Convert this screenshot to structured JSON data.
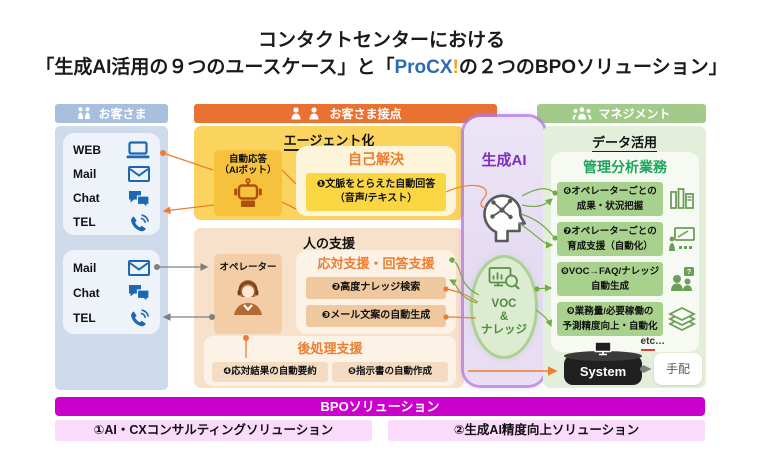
{
  "title": {
    "line1": "コンタクトセンターにおける",
    "line2_prefix": "「生成AI活用の９つのユースケース」と「",
    "brand": "ProCX",
    "brand_mark": "!",
    "line2_suffix": "の２つのBPOソリューション」"
  },
  "colors": {
    "header_customer": "#a7bedf",
    "header_touchpoint": "#e97132",
    "header_management": "#a2ca8a",
    "accent_orange": "#ed7d31",
    "accent_green": "#70ad47",
    "accent_purple": "#7d2fc0",
    "accent_magenta": "#cc00cc",
    "brand_blue": "#2b6cb8",
    "channel_icon_blue": "#1b67b2"
  },
  "headers": {
    "customer": "お客さま",
    "touchpoint": "お客さま接点",
    "management": "マネジメント"
  },
  "customer": {
    "group1": {
      "items": [
        {
          "label": "WEB",
          "icon": "laptop-icon"
        },
        {
          "label": "Mail",
          "icon": "mail-icon"
        },
        {
          "label": "Chat",
          "icon": "chat-icon"
        },
        {
          "label": "TEL",
          "icon": "phone-icon"
        }
      ]
    },
    "group2": {
      "items": [
        {
          "label": "Mail",
          "icon": "mail-icon"
        },
        {
          "label": "Chat",
          "icon": "chat-icon"
        },
        {
          "label": "TEL",
          "icon": "phone-icon"
        }
      ]
    }
  },
  "agent_section": {
    "title": "エージェント化",
    "bot_box": {
      "line1": "自動応答",
      "line2": "（AIボット）",
      "icon": "robot-icon"
    },
    "self_solve": {
      "title": "自己解決",
      "case1_line1": "❶文脈をとらえた自動回答",
      "case1_line2": "（音声/テキスト）"
    }
  },
  "human_section": {
    "title": "人の支援",
    "operator_box": {
      "label": "オペレーター",
      "icon": "operator-icon"
    },
    "response_support": {
      "title": "応対支援・回答支援",
      "case2": "❷高度ナレッジ検索",
      "case3": "❸メール文案の自動生成"
    },
    "post_processing": {
      "title": "後処理支援",
      "case4": "❹応対結果の自動要約",
      "case5": "❺指示書の自動作成"
    }
  },
  "genai_column": {
    "label": "生成AI",
    "head_icon": "ai-brain-head-icon",
    "voc": {
      "line1": "VOC",
      "line2": "&",
      "line3": "ナレッジ",
      "icon": "voc-monitor-icon"
    }
  },
  "management_section": {
    "title": "データ活用",
    "analysis": {
      "title": "管理分析業務",
      "case6_line1": "❻オペレーターごとの",
      "case6_line2": "成果・状況把握",
      "case6_icon": "ledger-icon",
      "case7_line1": "❼オペレーターごとの",
      "case7_line2": "育成支援（自動化）",
      "case7_icon": "training-icon",
      "case8_line1": "❽VOC→FAQ/ナレッジ",
      "case8_line2": "自動生成",
      "case8_icon": "faq-people-icon",
      "case9_line1": "❾業務量/必要稼働の",
      "case9_line2": "予測精度向上・自動化",
      "case9_icon": "sheets-icon",
      "etc": "etc…"
    },
    "system_label": "System",
    "tehai_label": "手配"
  },
  "bpo": {
    "bar": "BPOソリューション",
    "solution1": "①AI・CXコンサルティングソリューション",
    "solution2": "②生成AI精度向上ソリューション"
  }
}
